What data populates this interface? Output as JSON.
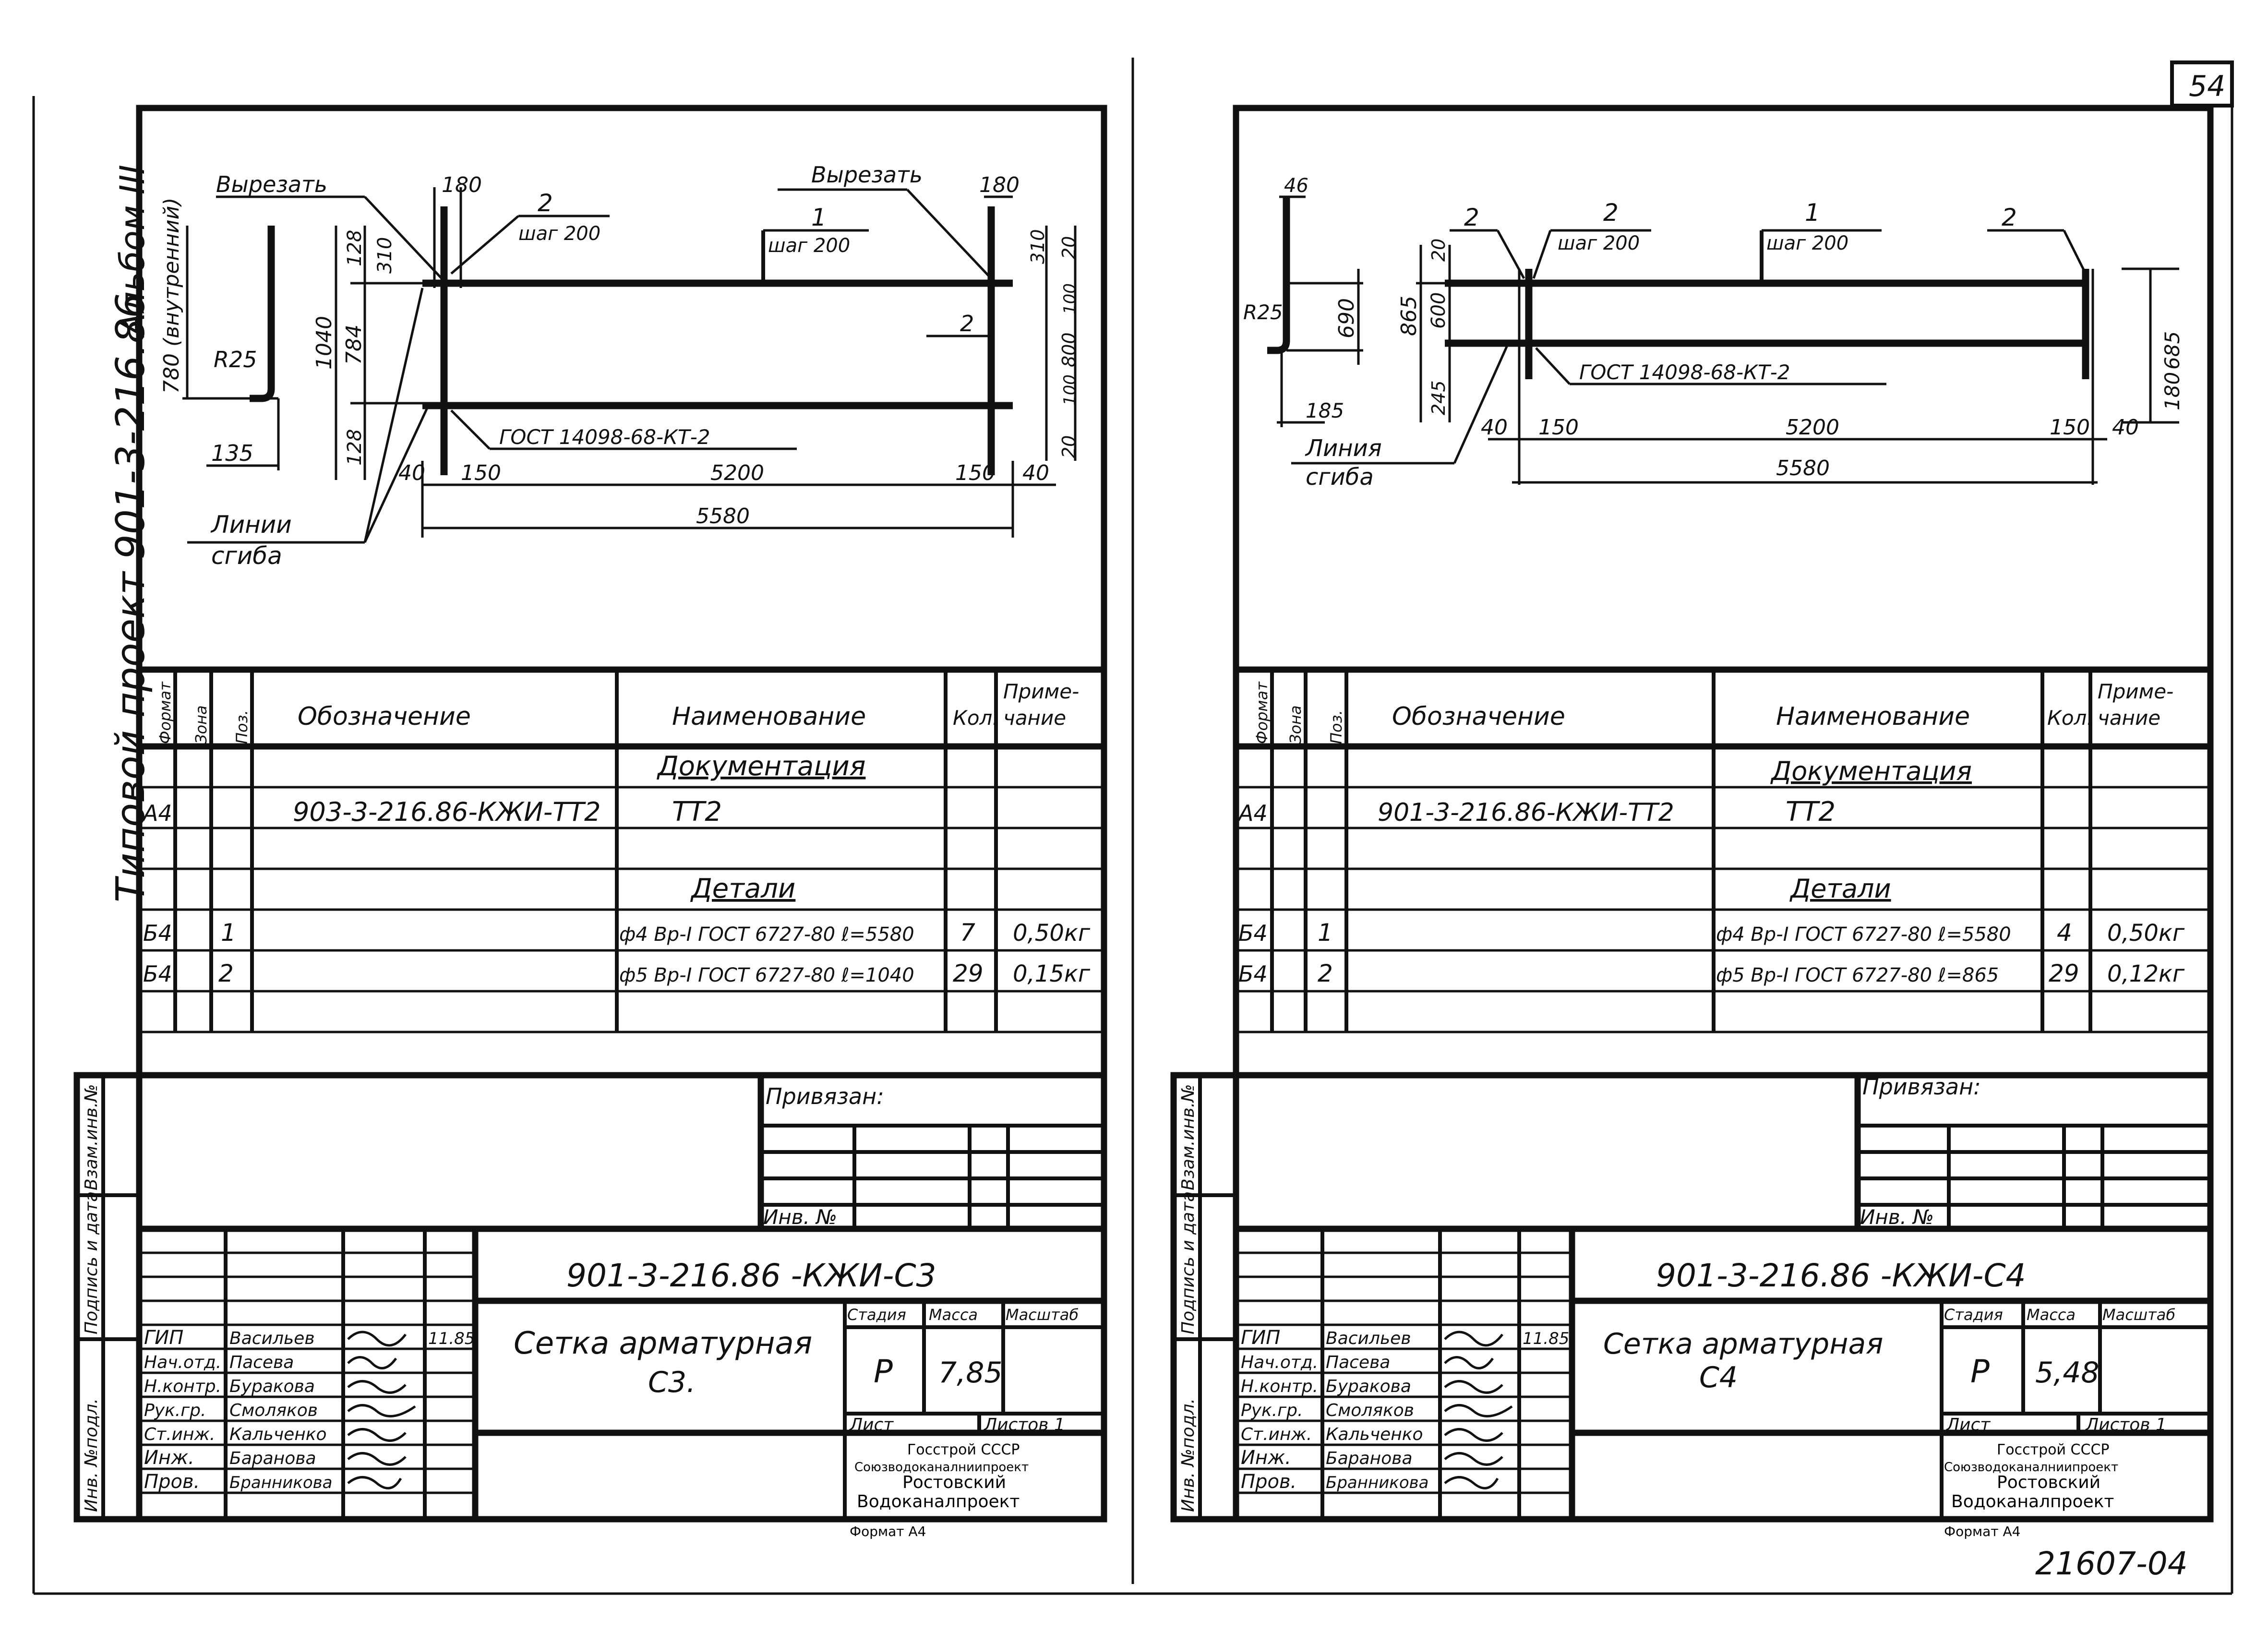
{
  "page_number": "54",
  "archive_number": "21607-04",
  "side_title": "Типовой проект 901-3-216.86",
  "album": "Альбом III",
  "side_stamp": [
    "Инв. №подл.",
    "Подпись и дата",
    "Взам.инв.№"
  ],
  "spec_headers": {
    "format": "Формат",
    "zone": "Зона",
    "pos": "Поз.",
    "designation": "Обозначение",
    "name": "Наименование",
    "qty": "Кол.",
    "note_1": "Приме-",
    "note_2": "чание"
  },
  "privyazan": "Привязан:",
  "inv_no": "Инв. №",
  "format_label": "Формат А4",
  "org_lines": [
    "Госстрой СССР",
    "Союзводоканалниипроект",
    "Ростовский",
    "Водоканалпроект"
  ],
  "stamp_headers": {
    "stage": "Стадия",
    "mass": "Масса",
    "scale": "Масштаб",
    "sheet": "Лист",
    "sheets": "Листов 1"
  },
  "signatures": [
    {
      "role": "ГИП",
      "name": "Васильев",
      "date": "11.85"
    },
    {
      "role": "Нач.отд.",
      "name": "Пасева",
      "date": ""
    },
    {
      "role": "Н.контр.",
      "name": "Буракова",
      "date": ""
    },
    {
      "role": "Рук.гр.",
      "name": "Смоляков",
      "date": ""
    },
    {
      "role": "Ст.инж.",
      "name": "Кальченко",
      "date": ""
    },
    {
      "role": "Инж.",
      "name": "Баранова",
      "date": ""
    },
    {
      "role": "Пров.",
      "name": "Бранникова",
      "date": ""
    }
  ],
  "sheets": [
    {
      "code": "901-3-216.86   -КЖИ-С3",
      "title_1": "Сетка арматурная",
      "title_2": "С3.",
      "stage": "Р",
      "mass": "7,85",
      "section_docs": "Документация",
      "section_parts": "Детали",
      "doc_row": {
        "format": "А4",
        "designation": "903-3-216.86-КЖИ-ТТ2",
        "name": "ТТ2"
      },
      "rows": [
        {
          "format": "Б4",
          "pos": "1",
          "name": "ф4 Вр-I ГОСТ 6727-80 ℓ=5580",
          "qty": "7",
          "note": "0,50кг"
        },
        {
          "format": "Б4",
          "pos": "2",
          "name": "ф5 Вр-I ГОСТ 6727-80 ℓ=1040",
          "qty": "29",
          "note": "0,15кг"
        }
      ],
      "drawing": {
        "cut_left": "Вырезать",
        "cut_right": "Вырезать",
        "step_2": "шаг 200",
        "step_1": "шаг 200",
        "pos1": "1",
        "pos2": "2",
        "pos2b": "2",
        "gost": "ГОСТ 14098-68-КТ-2",
        "bend_line_1": "Линии",
        "bend_line_2": "сгиба",
        "inside": "780 (внутренний)",
        "r": "R25",
        "d135": "135",
        "d180a": "180",
        "d180b": "180",
        "d128a": "128",
        "d128b": "128",
        "d310a": "310",
        "d310b": "310",
        "d1040": "1040",
        "d784": "784",
        "d20a": "20",
        "d20b": "20",
        "d100a": "100",
        "d100b": "100",
        "d800": "800",
        "d40a": "40",
        "d40b": "40",
        "d150a": "150",
        "d150b": "150",
        "d5200": "5200",
        "d5580": "5580"
      }
    },
    {
      "code": "901-3-216.86  -КЖИ-С4",
      "title_1": "Сетка арматурная",
      "title_2": "С4",
      "stage": "Р",
      "mass": "5,48",
      "section_docs": "Документация",
      "section_parts": "Детали",
      "doc_row": {
        "format": "А4",
        "designation": "901-3-216.86-КЖИ-ТТ2",
        "name": "ТТ2"
      },
      "rows": [
        {
          "format": "Б4",
          "pos": "1",
          "name": "ф4 Вр-I ГОСТ 6727-80 ℓ=5580",
          "qty": "4",
          "note": "0,50кг"
        },
        {
          "format": "Б4",
          "pos": "2",
          "name": "ф5 Вр-I ГОСТ 6727-80 ℓ=865",
          "qty": "29",
          "note": "0,12кг"
        }
      ],
      "drawing": {
        "step_2": "шаг 200",
        "step_1": "шаг 200",
        "pos1": "1",
        "pos2a": "2",
        "pos2b": "2",
        "pos2c": "2",
        "gost": "ГОСТ 14098-68-КТ-2",
        "bend_line_1": "Линия",
        "bend_line_2": "сгиба",
        "r": "R25",
        "d46": "46",
        "d690": "690",
        "d185": "185",
        "d865": "865",
        "d600": "600",
        "d20": "20",
        "d245": "245",
        "d685": "685",
        "d180": "180",
        "d40a": "40",
        "d40b": "40",
        "d150a": "150",
        "d150b": "150",
        "d5200": "5200",
        "d5580": "5580"
      }
    }
  ]
}
